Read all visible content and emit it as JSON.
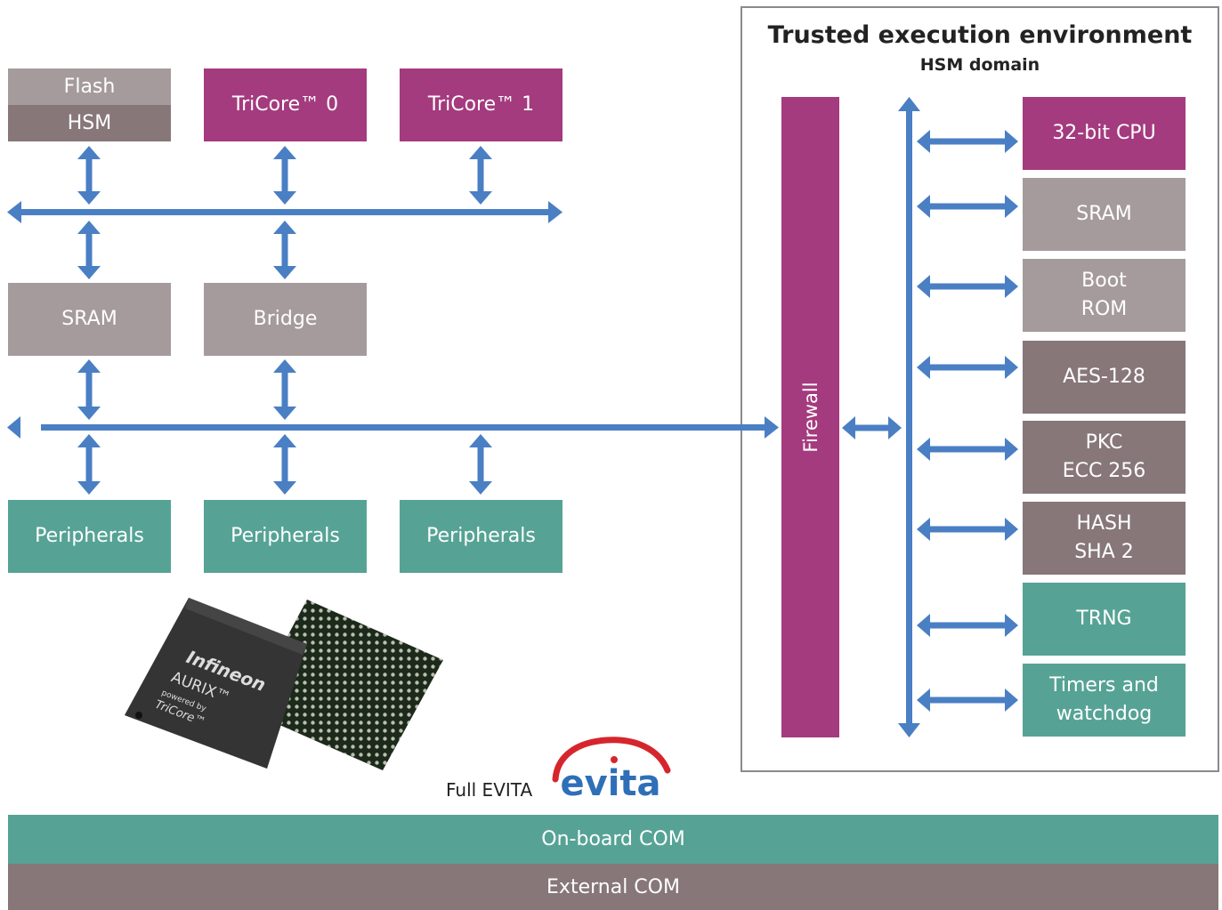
{
  "tee": {
    "title": "Trusted execution environment",
    "subtitle": "HSM domain",
    "firewall_label": "Firewall",
    "blocks": [
      {
        "lines": [
          "32-bit CPU"
        ],
        "color": "#a43b7e"
      },
      {
        "lines": [
          "SRAM"
        ],
        "color": "#a59b9c"
      },
      {
        "lines": [
          "Boot",
          "ROM"
        ],
        "color": "#a59b9c"
      },
      {
        "lines": [
          "AES-128"
        ],
        "color": "#877779"
      },
      {
        "lines": [
          "PKC",
          "ECC 256"
        ],
        "color": "#877779"
      },
      {
        "lines": [
          "HASH",
          "SHA 2"
        ],
        "color": "#877779"
      },
      {
        "lines": [
          "TRNG"
        ],
        "color": "#56a395"
      },
      {
        "lines": [
          "Timers and",
          "watchdog"
        ],
        "color": "#56a395"
      }
    ]
  },
  "main": {
    "flash_label": "Flash",
    "hsm_label": "HSM",
    "tricore0_label": "TriCore™ 0",
    "tricore1_label": "TriCore™ 1",
    "sram_label": "SRAM",
    "bridge_label": "Bridge",
    "peripherals": [
      "Peripherals",
      "Peripherals",
      "Peripherals"
    ]
  },
  "chip_image": {
    "brand": "Infineon",
    "product": "AURIX™",
    "powered_by": "powered by",
    "core": "TriCore™"
  },
  "evita": {
    "label": "Full EVITA",
    "logo_text": "evita"
  },
  "com": {
    "onboard": "On-board COM",
    "external": "External COM"
  },
  "colors": {
    "teal": "#56a395",
    "gray_light": "#a59b9c",
    "gray_dark": "#877779",
    "magenta": "#a43b7e",
    "arrow": "#4a7fc4",
    "evita_red": "#d6262d",
    "evita_blue": "#2f6fb8"
  }
}
